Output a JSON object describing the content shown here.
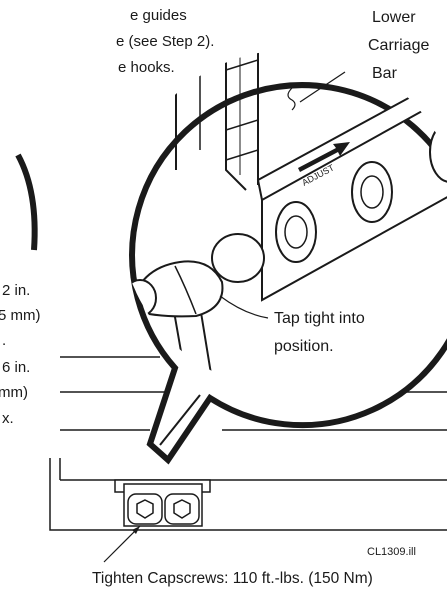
{
  "top_text": {
    "line1": "e guides",
    "line2": "e (see Step 2).",
    "line3": "e hooks."
  },
  "lower_carriage_bar_label": {
    "line1": "Lower",
    "line2": "Carriage",
    "line3": "Bar"
  },
  "adjust_label": "ADJUST",
  "tap_label": {
    "line1": "Tap tight into",
    "line2": "position."
  },
  "left_dimension_text": {
    "line1": "2 in.",
    "line2": "5 mm)",
    "line3": ".",
    "line4": "6 in.",
    "line5": "mm)",
    "line6": "x."
  },
  "figure_id": "CL1309.ill",
  "caption": "Tighten Capscrews: 110 ft.-lbs. (150 Nm)",
  "colors": {
    "ink": "#1a1a1a",
    "background": "#ffffff"
  }
}
